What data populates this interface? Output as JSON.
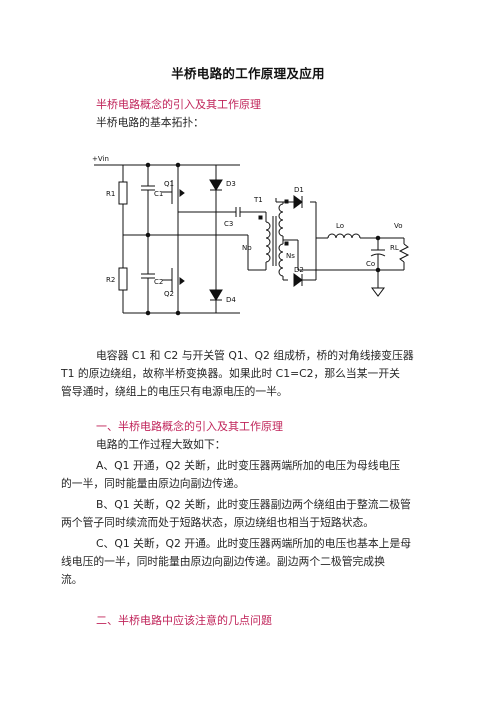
{
  "document": {
    "title": "半桥电路的工作原理及应用"
  },
  "section1": {
    "heading": "半桥电路概念的引入及其工作原理",
    "intro": "半桥电路的基本拓扑："
  },
  "circuit": {
    "labels": {
      "vin": "+Vin",
      "r1": "R1",
      "r2": "R2",
      "c1": "C1",
      "c2": "C2",
      "c3": "C3",
      "q1": "Q1",
      "q2": "Q2",
      "d1": "D1",
      "d2": "D2",
      "d3": "D3",
      "d4": "D4",
      "t1": "T1",
      "np": "Np",
      "ns": "Ns",
      "lo": "Lo",
      "co": "Co",
      "vo": "Vo",
      "rl": "RL"
    }
  },
  "paragraph1": {
    "lines": [
      "电容器 C1 和 C2 与开关管 Q1、Q2 组成桥，桥的对角线接变压器",
      "T1 的原边绕组，故称半桥变换器。如果此时 C1=C2，那么当某一开关",
      "管导通时，绕组上的电压只有电源电压的一半。"
    ]
  },
  "section2": {
    "heading": "一、半桥电路概念的引入及其工作原理",
    "intro": "电路的工作过程大致如下：",
    "a_lines": [
      "A、Q1 开通，Q2 关断，此时变压器两端所加的电压为母线电压",
      "的一半，同时能量由原边向副边传递。"
    ],
    "b_lines": [
      "B、Q1 关断，Q2 关断，此时变压器副边两个绕组由于整流二极管",
      "两个管子同时续流而处于短路状态，原边绕组也相当于短路状态。"
    ],
    "c_lines": [
      "C、Q1 关断，Q2 开通。此时变压器两端所加的电压也基本上是母",
      "线电压的一半，同时能量由原边向副边传递。副边两个二极管完成换",
      "流。"
    ]
  },
  "section3": {
    "heading": "二、半桥电路中应该注意的几点问题"
  }
}
